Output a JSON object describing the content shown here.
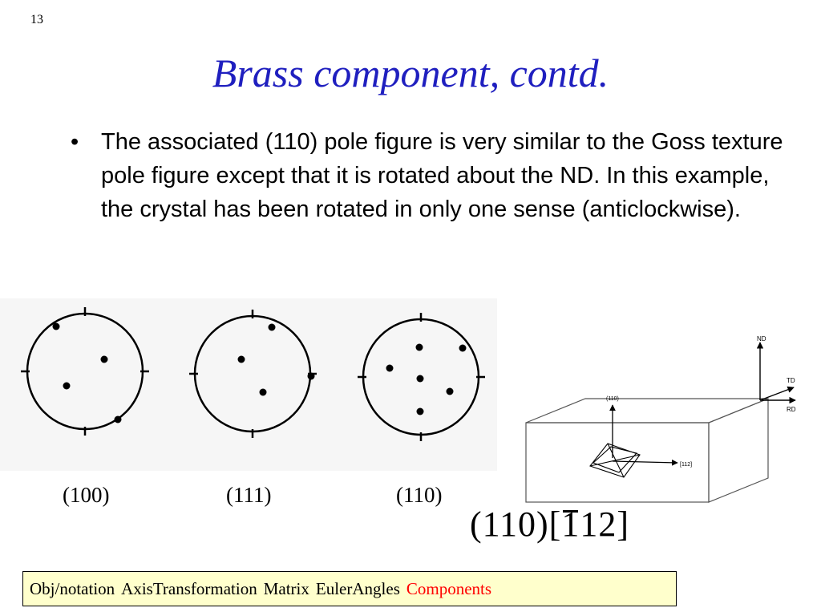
{
  "slide_number": "13",
  "title": "Brass component, contd.",
  "bullet": {
    "marker": "•",
    "text": "The associated (110) pole figure is very similar to the Goss texture pole figure except that it is rotated about the ND.  In this example, the crystal has been rotated in only one sense (anticlockwise)."
  },
  "pole_figures": [
    {
      "label": "(100)"
    },
    {
      "label": "(111)"
    },
    {
      "label": "(110)"
    }
  ],
  "diagram": {
    "axes": {
      "nd": "ND",
      "td": "TD",
      "rd": "RD"
    },
    "plane_label": "(110)",
    "direction_label": "[112]"
  },
  "notation": {
    "plane": "(110)",
    "dir_open": "[",
    "dir_barred": "1",
    "dir_rest": "12]"
  },
  "nav": {
    "items": [
      "Obj/notation",
      "AxisTransformation",
      "Matrix",
      "EulerAngles",
      "Components"
    ],
    "active": "Components"
  }
}
